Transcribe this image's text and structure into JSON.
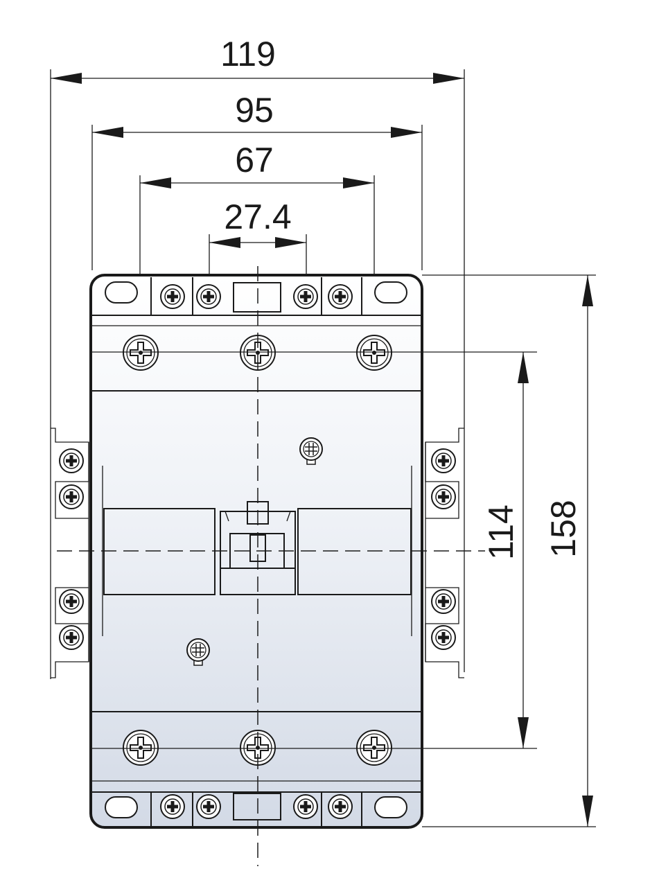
{
  "dimensions": {
    "width_overall": "119",
    "width_outer_holes": "95",
    "width_mount_holes": "67",
    "width_inner": "27.4",
    "height_mount_holes": "114",
    "height_overall": "158"
  },
  "colors": {
    "line": "#1a1a1a",
    "body_top": "#ffffff",
    "body_bottom": "#d3dae6"
  }
}
